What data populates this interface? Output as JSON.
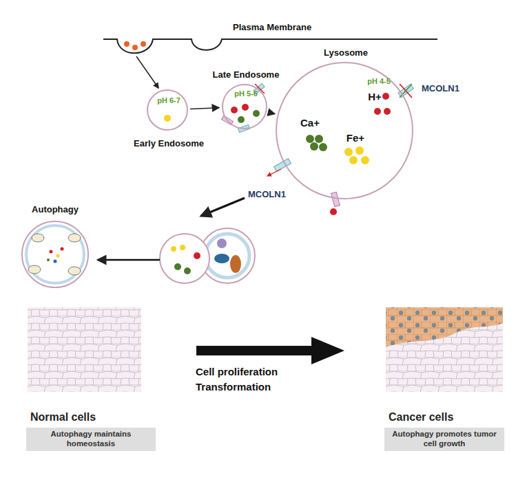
{
  "diagram": {
    "nodes": [
      {
        "text": [
          "pH 6-7",
          "Early Endosome"
        ]
      },
      {
        "text": [
          "Late Endosome",
          "pH 5-6"
        ]
      },
      {
        "text": [
          "Lysosome",
          "pH 4-5",
          "H+",
          "Ca+",
          "Fe+"
        ]
      },
      {
        "text": [
          "Autophagy"
        ]
      },
      {
        "text": [
          "Normal cells",
          "Autophagy maintains homeostasis"
        ]
      },
      {
        "text": [
          "Cancer cells",
          "Autophagy promotes tumor cell growth"
        ]
      }
    ],
    "edges": [
      {
        "from": 0,
        "to": 1,
        "arrow": "to"
      },
      {
        "from": 1,
        "to": 2,
        "arrow": "to"
      }
    ],
    "labels": [
      "Plasma Membrane",
      "MCOLN1",
      "MCOLN1",
      "Cell proliferation Transformation"
    ]
  }
}
